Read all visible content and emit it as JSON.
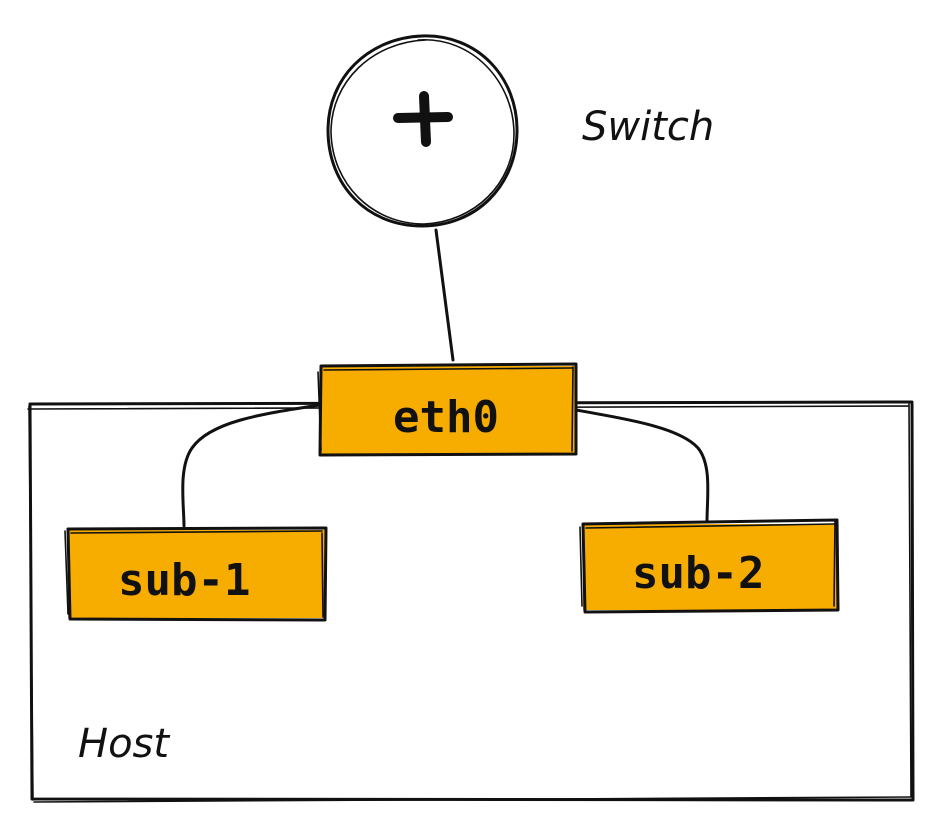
{
  "diagram": {
    "switch_label": "Switch",
    "switch_symbol": "+",
    "host_label": "Host",
    "interfaces": {
      "parent": "eth0",
      "left": "sub-1",
      "right": "sub-2"
    }
  },
  "colors": {
    "interface_fill": "#F7AC00",
    "stroke": "#111111",
    "background": "#FFFFFF"
  },
  "icons": {
    "switch": "plus-icon"
  }
}
